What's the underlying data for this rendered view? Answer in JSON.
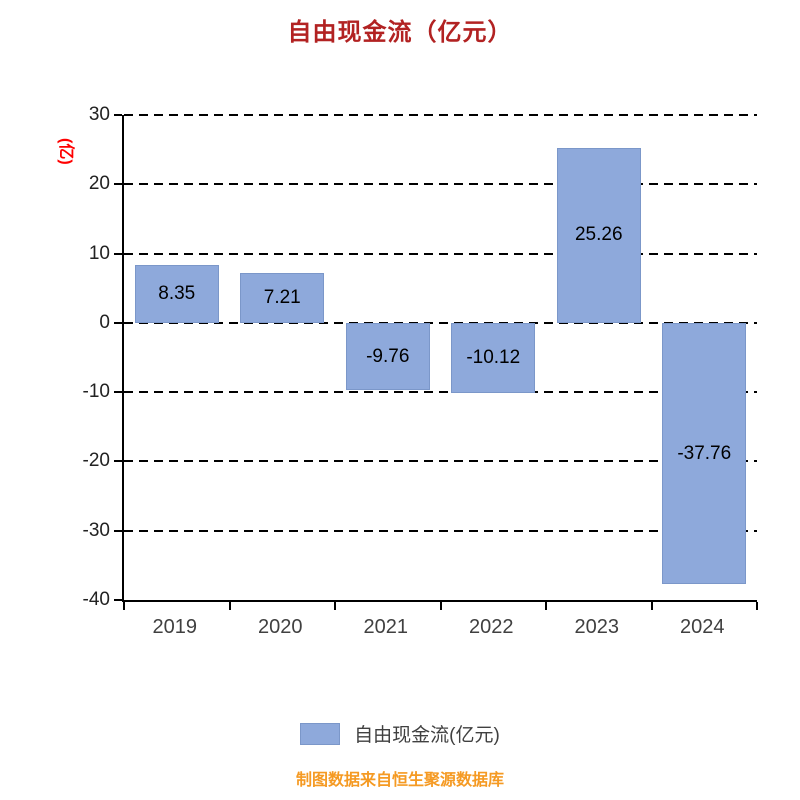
{
  "footer": "制图数据来自恒生聚源数据库",
  "legend": {
    "label": "自由现金流(亿元)"
  },
  "colors": {
    "bar": "#8EA9DB",
    "bar_border": "#7B97C9",
    "title": "#B22222",
    "y_unit": "#FF0000",
    "footer": "#F59A23",
    "axis": "#000000",
    "text": "#404040"
  },
  "chart_data": {
    "type": "bar",
    "title": "自由现金流（亿元）",
    "categories": [
      "2019",
      "2020",
      "2021",
      "2022",
      "2023",
      "2024"
    ],
    "values": [
      8.35,
      7.21,
      -9.76,
      -10.12,
      25.26,
      -37.76
    ],
    "xlabel": "",
    "ylabel": "(亿)",
    "ylim": [
      -40,
      30
    ],
    "ytick_step": 10,
    "grid": "dashed-horizontal",
    "legend_position": "bottom",
    "bar_label_format": "2-decimals"
  }
}
